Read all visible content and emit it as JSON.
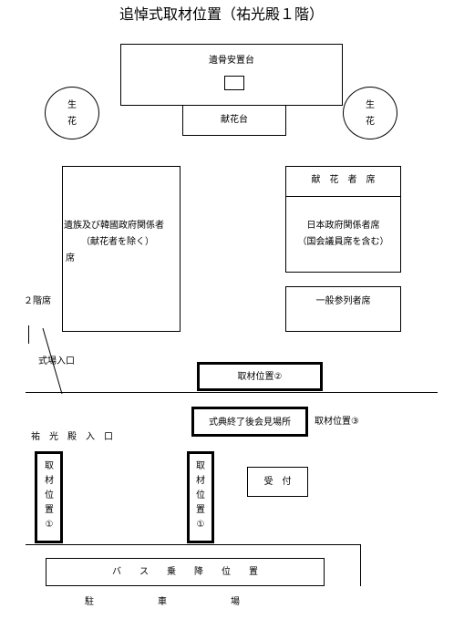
{
  "title": "追悼式取材位置（祐光殿１階）",
  "altar": {
    "label": "遺骨安置台"
  },
  "offering_table": {
    "label": "献花台"
  },
  "flowers_left": {
    "char1": "生",
    "char2": "花"
  },
  "flowers_right": {
    "char1": "生",
    "char2": "花"
  },
  "family_seats": {
    "line1": "遺族及び韓國政府関係者",
    "line2": "（献花者を除く）",
    "line3": "席"
  },
  "flower_offerers_seats": {
    "label": "献　花　者　席"
  },
  "japan_govt_seats": {
    "line1": "日本政府関係者席",
    "line2": "（国会議員席を含む）"
  },
  "general_seats": {
    "label": "一般参列者席"
  },
  "second_floor_seats": {
    "label": "２階席"
  },
  "venue_entrance": {
    "label": "式場入口"
  },
  "press_position_2": {
    "label": "取材位置②"
  },
  "press_conference_room": {
    "label": "式典終了後会見場所"
  },
  "press_position_3": {
    "label": "取材位置③"
  },
  "hall_entrance": {
    "label": "祐　光　殿　入　口"
  },
  "press_position_1a": {
    "label": "取材位置①"
  },
  "press_position_1b": {
    "label": "取材位置①"
  },
  "reception": {
    "label": "受　付"
  },
  "bus_stop": {
    "label": "バ　　ス　　乗　　降　　位　　置"
  },
  "parking": {
    "label": "駐　　　　　　　車　　　　　　　場"
  }
}
